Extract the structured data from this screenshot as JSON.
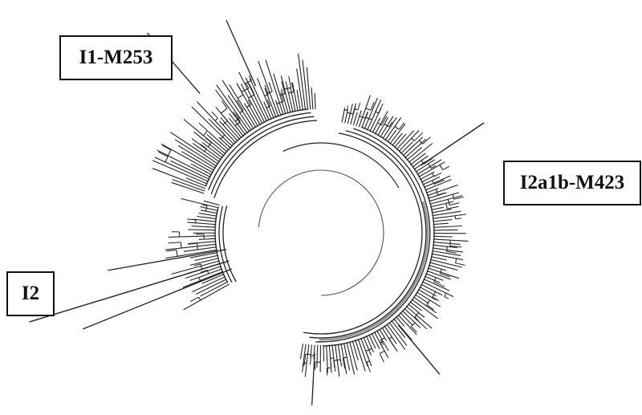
{
  "labels": {
    "clade_i1": "I1-M253",
    "clade_i2a1b": "I2a1b-M423",
    "clade_i2": "I2"
  },
  "colors": {
    "branch": "#222222",
    "highlight": "#9a9a9a",
    "box_border": "#111111"
  }
}
